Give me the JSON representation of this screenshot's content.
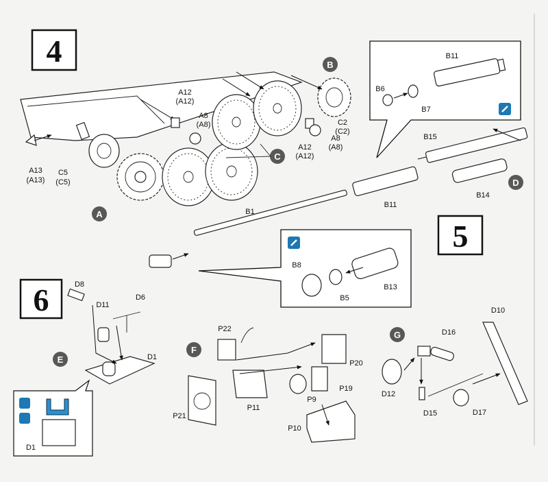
{
  "steps": {
    "s4": "4",
    "s5": "5",
    "s6": "6"
  },
  "sub_markers": {
    "A": "A",
    "B": "B",
    "C": "C",
    "D": "D",
    "E": "E",
    "F": "F",
    "G": "G"
  },
  "parts": {
    "A13": "A13",
    "A13b": "(A13)",
    "C5": "C5",
    "C5b": "(C5)",
    "A12a": "A12",
    "A12ab": "(A12)",
    "A8a": "A8",
    "A8ab": "(A8)",
    "A12b": "A12",
    "A12bb": "(A12)",
    "A8b": "A8",
    "A8bb": "(A8)",
    "C2": "C2",
    "C2b": "(C2)",
    "B11a": "B11",
    "B6": "B6",
    "B7": "B7",
    "B15": "B15",
    "B14": "B14",
    "B11b": "B11",
    "B1": "B1",
    "B8": "B8",
    "B5": "B5",
    "B13": "B13",
    "D8": "D8",
    "D11": "D11",
    "D6": "D6",
    "D1a": "D1",
    "D1b": "D1",
    "P22": "P22",
    "P20": "P20",
    "P19": "P19",
    "P9": "P9",
    "P11": "P11",
    "P21": "P21",
    "P10": "P10",
    "D10": "D10",
    "D16": "D16",
    "D12": "D12",
    "D15": "D15",
    "D17": "D17"
  },
  "colors": {
    "marker": "#585858",
    "info_icon": "#1e78b4",
    "sheet": "#f4f4f2",
    "ink": "#111111"
  },
  "icons": {
    "glue": "glue-icon",
    "paint": "paint-icon"
  }
}
